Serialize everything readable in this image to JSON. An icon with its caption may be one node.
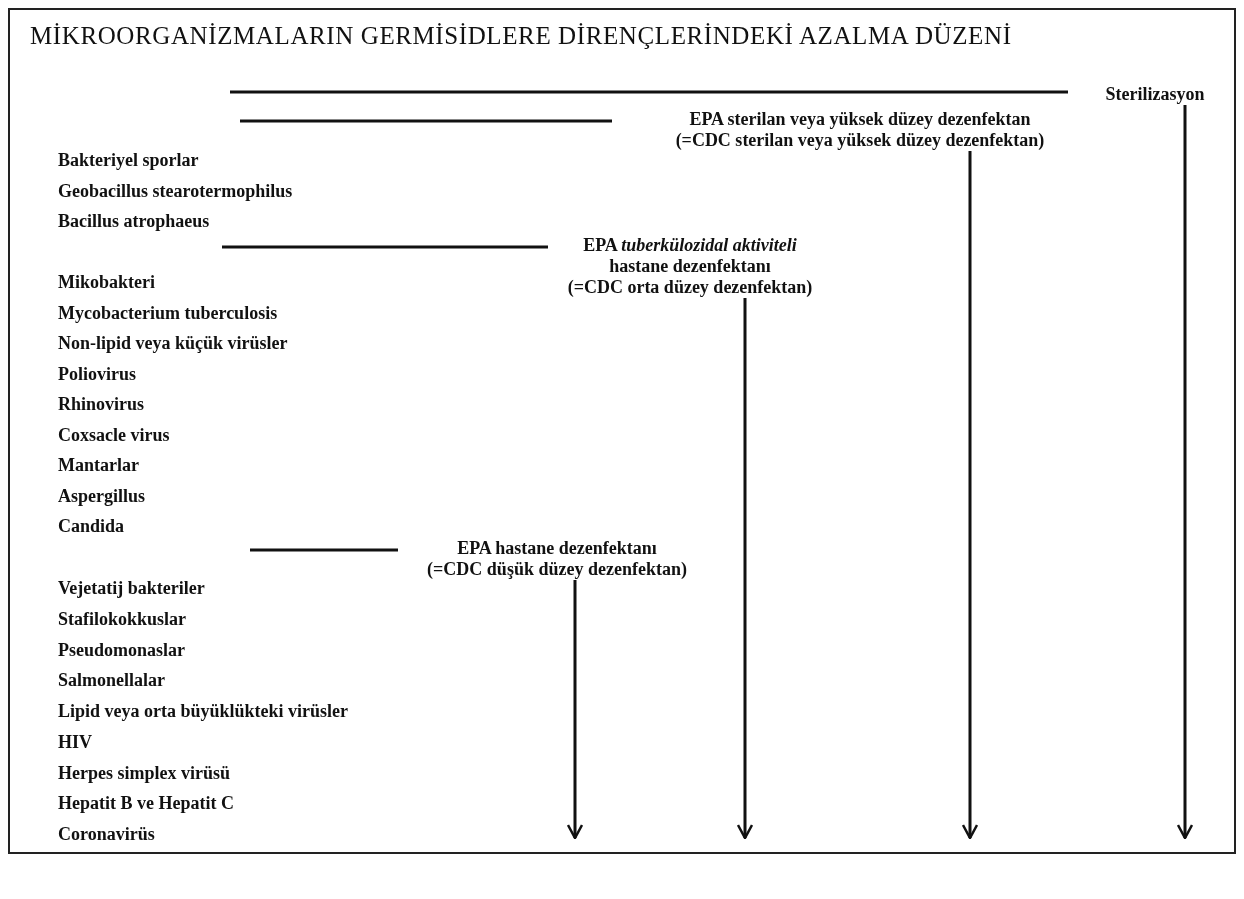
{
  "diagram": {
    "title": "MİKROORGANİZMALARIN GERMİSİDLERE DİRENÇLERİNDEKİ AZALMA DÜZENİ",
    "nodes": [
      {
        "text": [
          "Sterilizasyon"
        ]
      },
      {
        "text": [
          "EPA sterilan veya yüksek düzey dezenfektan",
          "(=CDC sterilan veya yüksek düzey dezenfektan)"
        ]
      },
      {
        "text": [
          "EPA *tuberkülozidal aktiviteli* hastane dezenfektanı",
          "(=CDC orta düzey dezenfektan)"
        ]
      },
      {
        "text": [
          "EPA hastane dezenfektanı",
          "(=CDC düşük düzey dezenfektan)"
        ]
      }
    ],
    "edges": [
      {
        "from": 0,
        "to": null,
        "arrow": "to"
      },
      {
        "from": 1,
        "to": null,
        "arrow": "to"
      },
      {
        "from": 2,
        "to": null,
        "arrow": "to"
      },
      {
        "from": 3,
        "to": null,
        "arrow": "to"
      }
    ],
    "labels": [
      "Bakteriyel sporlar",
      "Geobacillus stearotermophilus",
      "Bacillus atrophaeus",
      "Mikobakteri",
      "Mycobacterium tuberculosis",
      "Non-lipid veya küçük virüsler",
      "Poliovirus",
      "Rhinovirus",
      "Coxsacle virus",
      "Mantarlar",
      "Aspergillus",
      "Candida",
      "Vejetatij bakteriler",
      "Stafilokokkuslar",
      "Pseudomonaslar",
      "Salmonellalar",
      "Lipid veya orta büyüklükteki virüsler",
      "HIV",
      "Herpes simplex virüsü",
      "Hepatit B ve Hepatit C",
      "Coronavirüs"
    ]
  }
}
